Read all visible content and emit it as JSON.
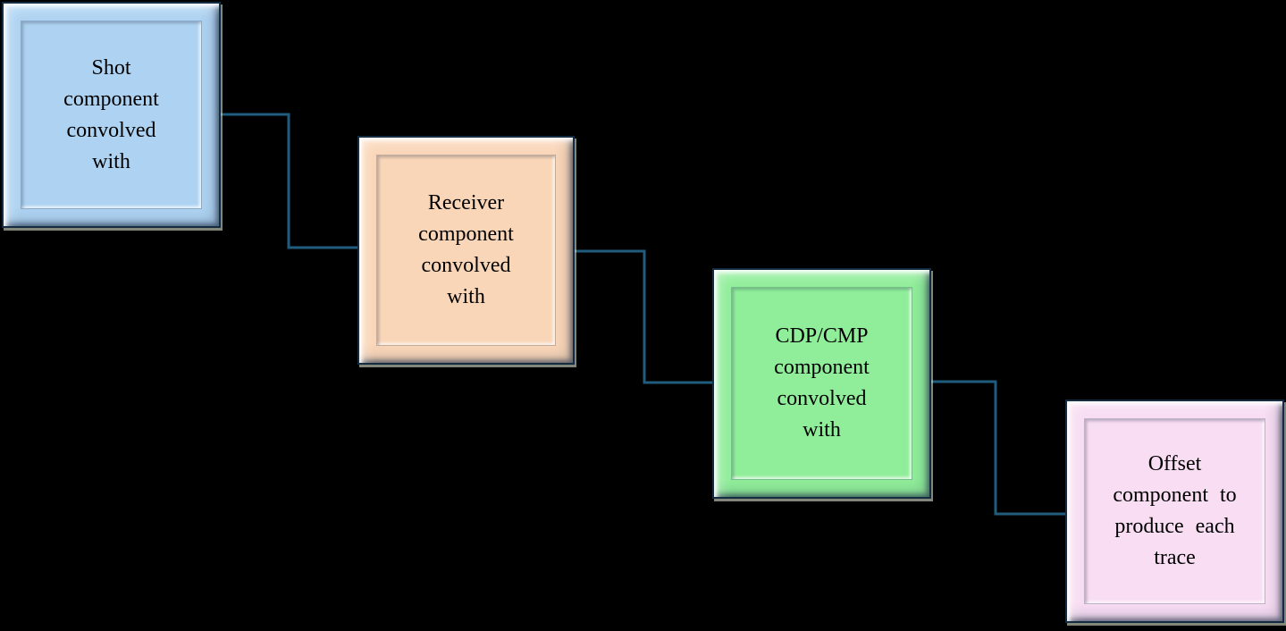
{
  "background_color": "#000000",
  "connector_color": "#1F5C7D",
  "outline_color": "#142C42",
  "text_color": "#000000",
  "boxes": [
    {
      "id": "shot",
      "fill": "#AED3F2",
      "lines": [
        "Shot",
        "component",
        "convolved",
        "with"
      ]
    },
    {
      "id": "receiver",
      "fill": "#FAD6B8",
      "lines": [
        "Receiver",
        "component",
        "convolved",
        "with"
      ]
    },
    {
      "id": "cdp-cmp",
      "fill": "#90EE9A",
      "lines": [
        "CDP/CMP",
        "component",
        "convolved",
        "with"
      ]
    },
    {
      "id": "offset",
      "fill": "#F8DDF3",
      "lines": [
        "Offset",
        "component to",
        "produce each",
        "trace"
      ]
    }
  ],
  "connectors": [
    {
      "from": "shot",
      "to": "receiver"
    },
    {
      "from": "receiver",
      "to": "cdp-cmp"
    },
    {
      "from": "cdp-cmp",
      "to": "offset"
    }
  ]
}
